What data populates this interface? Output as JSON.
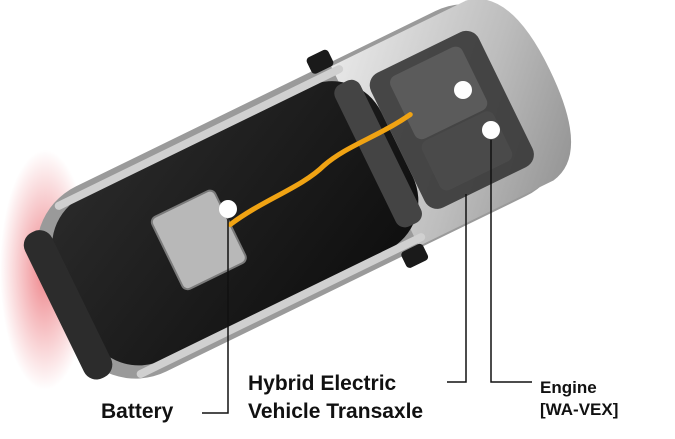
{
  "labels": {
    "battery": "Battery",
    "hybrid_line1": "Hybrid Electric",
    "hybrid_line2": "Vehicle Transaxle",
    "engine_line1": "Engine",
    "engine_line2": "[WA-VEX]"
  },
  "colors": {
    "body_dark": "#1b1b1b",
    "body_mid": "#3a3a3a",
    "silver": "#c9c9c9",
    "cable": "#f0a313",
    "taillight": "#e0202a",
    "marker": "#ffffff",
    "leader": "#111111"
  }
}
